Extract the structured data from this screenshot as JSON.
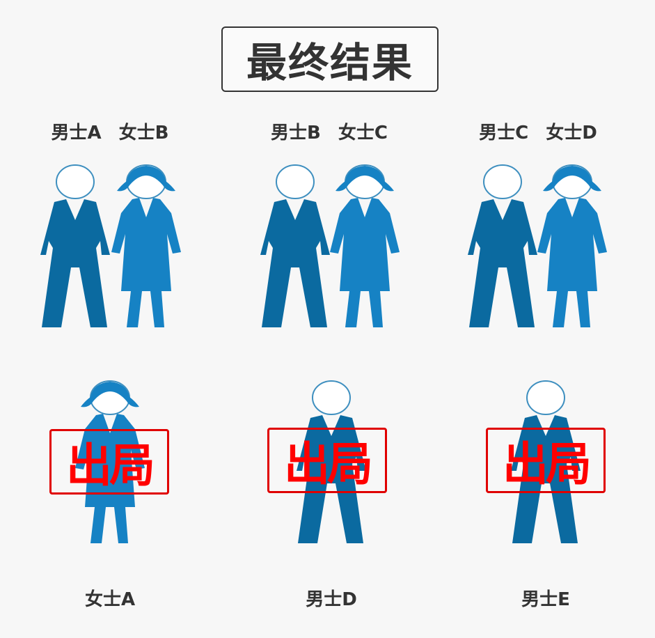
{
  "title": "最终结果",
  "pairs": [
    {
      "man": "男士A",
      "woman": "女士B"
    },
    {
      "man": "男士B",
      "woman": "女士C"
    },
    {
      "man": "男士C",
      "woman": "女士D"
    }
  ],
  "eliminated": [
    {
      "name": "女士A",
      "gender": "woman",
      "stamp": "出局"
    },
    {
      "name": "男士D",
      "gender": "man",
      "stamp": "出局"
    },
    {
      "name": "男士E",
      "gender": "man",
      "stamp": "出局"
    }
  ],
  "colors": {
    "man": "#0b6aa0",
    "woman": "#1682c4",
    "stamp": "#ff0000",
    "head_stroke": "#3e8fbf"
  },
  "icons": {
    "man": "man-figure-icon",
    "woman": "woman-figure-icon"
  }
}
